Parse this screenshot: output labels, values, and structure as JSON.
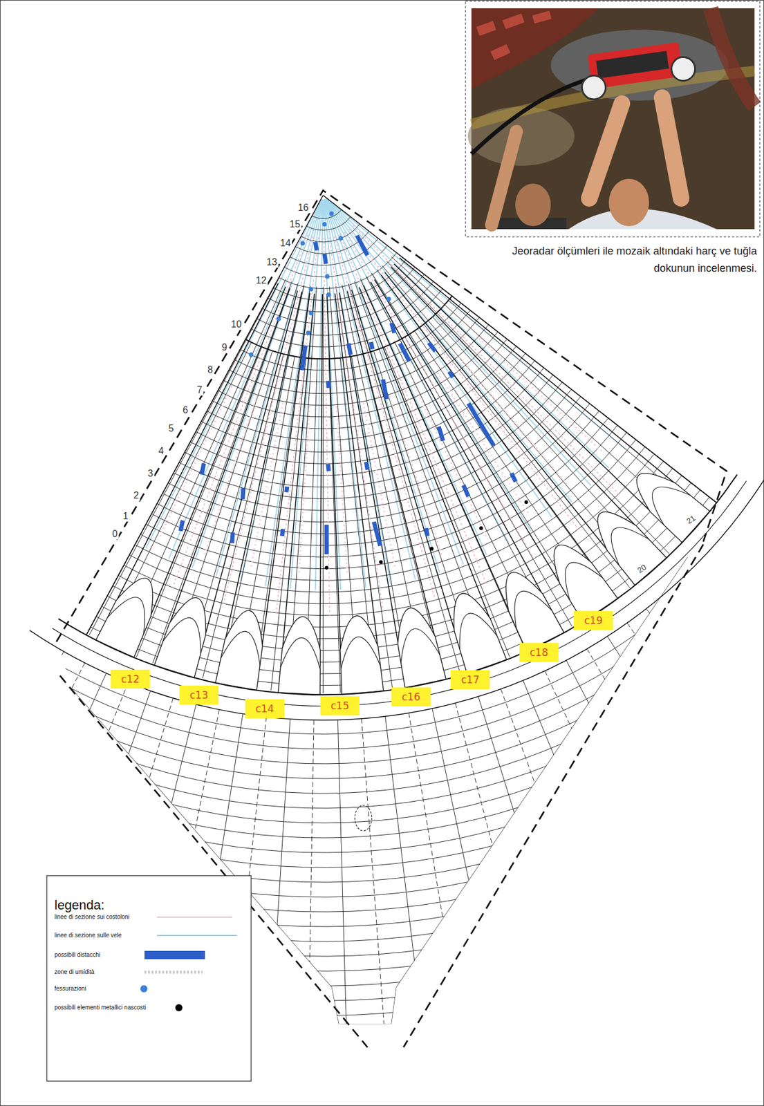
{
  "diagram": {
    "caption": "Jeoradar ölçümleri ile mozaik altındaki harç ve tuğla dokunun incelenmesi.",
    "nodes": [
      {
        "text": [
          "c12"
        ]
      },
      {
        "text": [
          "c13"
        ]
      },
      {
        "text": [
          "c14"
        ]
      },
      {
        "text": [
          "c15"
        ]
      },
      {
        "text": [
          "c16"
        ]
      },
      {
        "text": [
          "c17"
        ]
      },
      {
        "text": [
          "c18"
        ]
      },
      {
        "text": [
          "c19"
        ]
      }
    ],
    "labels": [
      "16",
      "15",
      "14",
      "13",
      "12",
      "10",
      "9",
      "8",
      "7",
      "6",
      "5",
      "4",
      "3",
      "2",
      "1",
      "0",
      "20",
      "21",
      "legenda:"
    ],
    "legend": [
      {
        "text": "linee di sezione sui costoloni"
      },
      {
        "text": "linee di sezione sulle vele"
      },
      {
        "text": "possibili distacchi",
        "color": "#2c5ec8"
      },
      {
        "text": "zone di umidità"
      },
      {
        "text": "fessurazioni"
      },
      {
        "text": "possibili elementi metallici nascosti"
      }
    ]
  }
}
